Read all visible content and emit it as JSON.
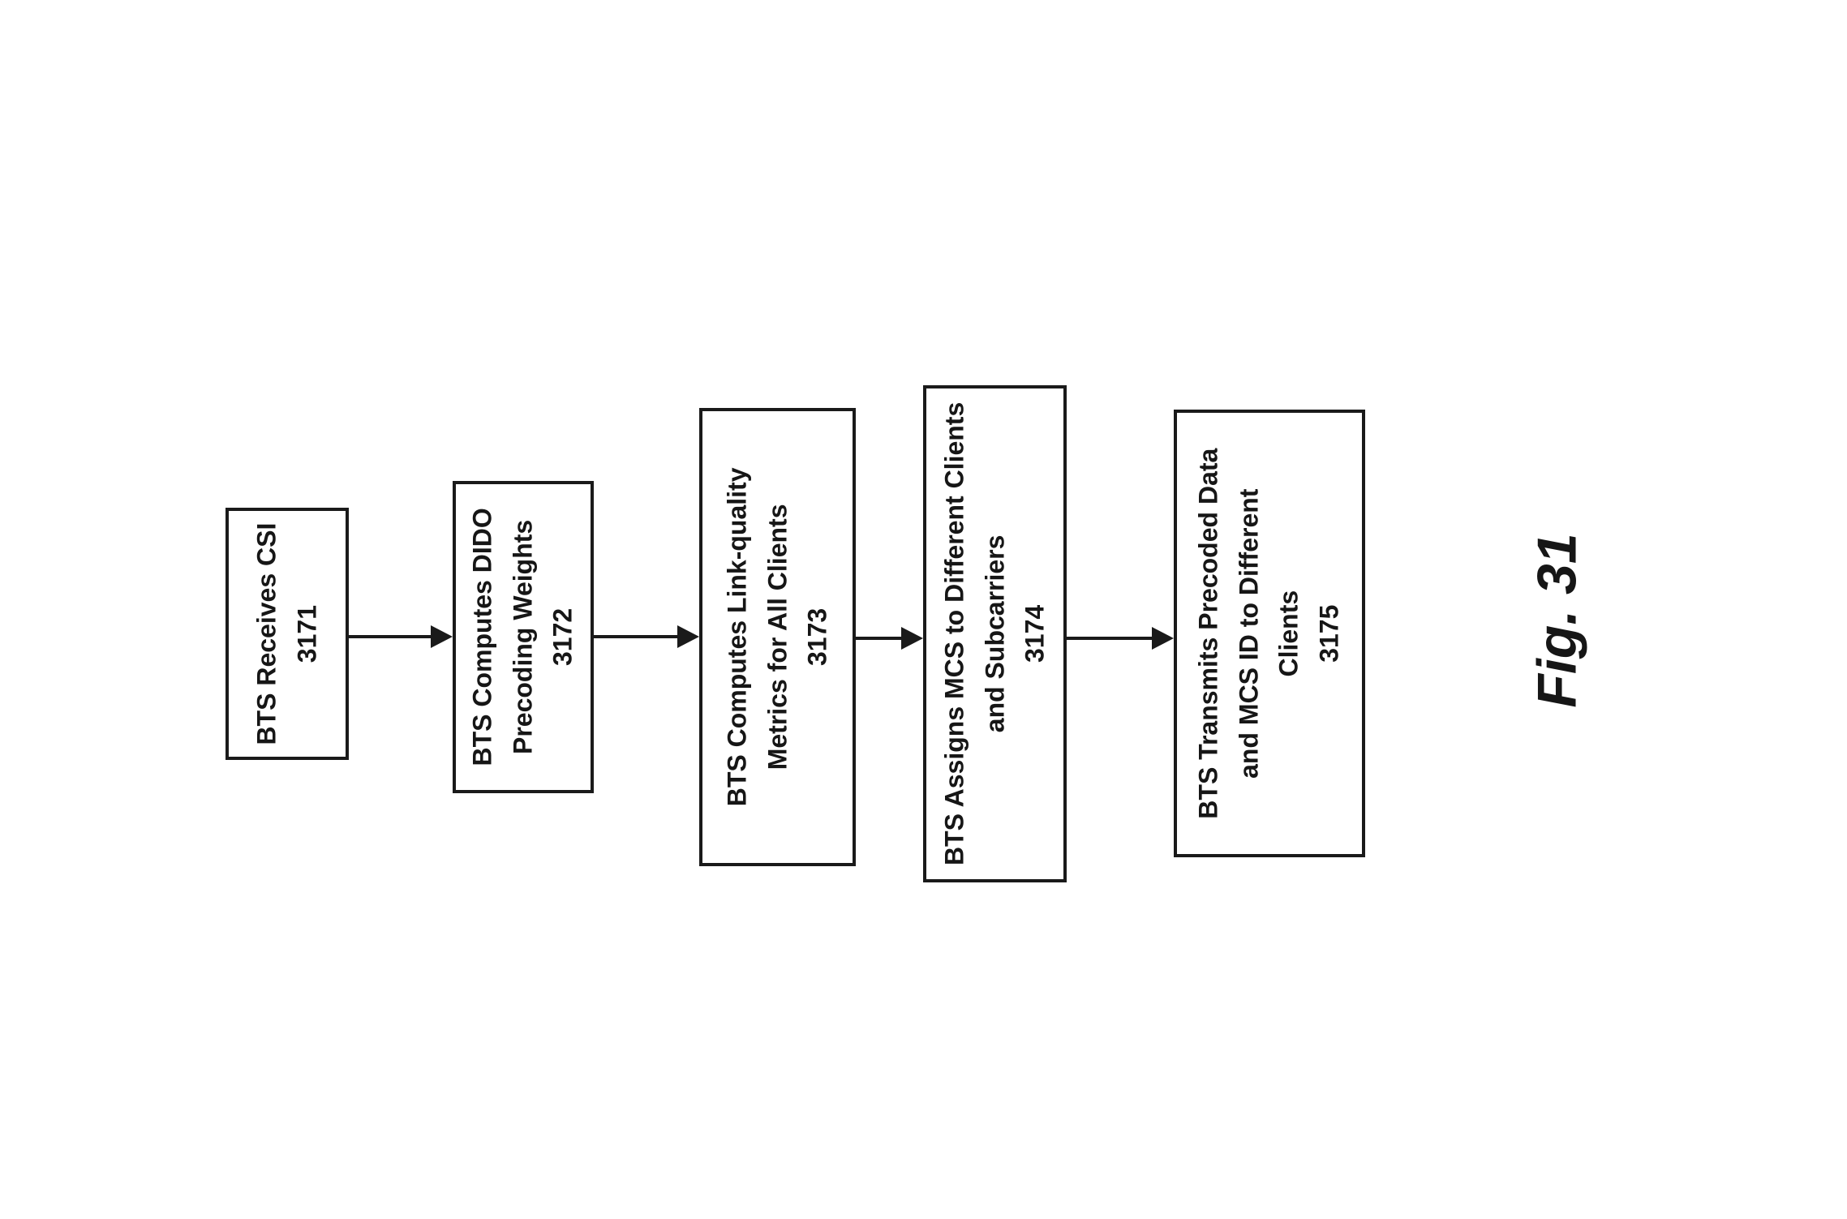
{
  "figure_label": "Fig. 31",
  "colors": {
    "ink": "#1a1a1a",
    "background": "#ffffff"
  },
  "flowchart": {
    "direction": "left-to-right",
    "boxes": [
      {
        "step": "3171",
        "lines": [
          "BTS Receives CSI",
          "3171"
        ]
      },
      {
        "step": "3172",
        "lines": [
          "BTS Computes DIDO",
          "Precoding Weights",
          "3172"
        ]
      },
      {
        "step": "3173",
        "lines": [
          "BTS Computes Link-quality",
          "Metrics for All Clients",
          "3173"
        ]
      },
      {
        "step": "3174",
        "lines": [
          "BTS Assigns MCS to Different Clients",
          "and Subcarriers",
          "3174"
        ]
      },
      {
        "step": "3175",
        "lines": [
          "BTS Transmits Precoded Data",
          "and MCS ID to Different",
          "Clients",
          "3175"
        ]
      }
    ],
    "connections": [
      {
        "from": "3171",
        "to": "3172"
      },
      {
        "from": "3172",
        "to": "3173"
      },
      {
        "from": "3173",
        "to": "3174"
      },
      {
        "from": "3174",
        "to": "3175"
      }
    ]
  }
}
